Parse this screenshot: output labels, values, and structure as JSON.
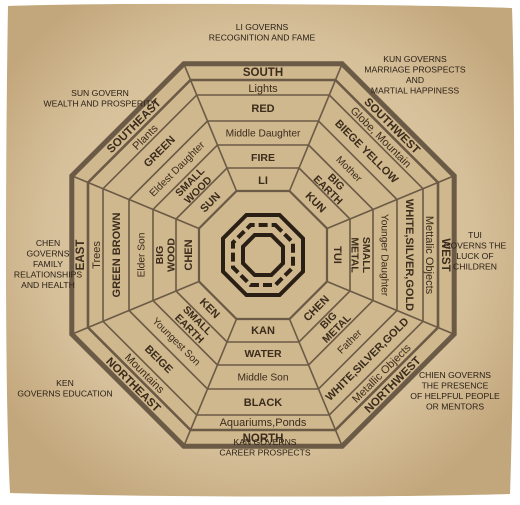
{
  "colors": {
    "parchment": "#d8c4a0",
    "parchment_edge": "#c6ab80",
    "ink": "#3b2c1c",
    "frame": "#6b5a45"
  },
  "notes": [
    [
      "LI GOVERNS",
      "RECOGNITION AND FAME"
    ],
    [
      "KUN GOVERNS",
      "MARRIAGE PROSPECTS",
      "AND",
      "MARTIAL HAPPINESS"
    ],
    [
      "SUN GOVERN",
      "WEALTH AND PROSPERITY"
    ],
    [
      "TUI",
      "GOVERNS THE",
      "LUCK OF",
      "CHILDREN"
    ],
    [
      "CHEN",
      "GOVERNS",
      "FAMILY",
      "RELATIONSHIPS",
      "AND HEALTH"
    ],
    [
      "KEN",
      "GOVERNS EDUCATION"
    ],
    [
      "CHIEN GOVERNS",
      "THE PRESENCE",
      "OF HELPFUL PEOPLE",
      "OR MENTORS"
    ],
    [
      "KAN GOVERNS",
      "CAREER PROSPECTS"
    ]
  ],
  "sectors": [
    {
      "direction": "SOUTH",
      "symbol": "Lights",
      "color": "RED",
      "family": "Middle Daughter",
      "element": "FIRE",
      "trigram": "LI"
    },
    {
      "direction": "SOUTHWEST",
      "symbol": "Globe, Mountain",
      "color": "BIEGE YELLOW",
      "family": "Mother",
      "element": "BIG EARTH",
      "trigram": "KUN"
    },
    {
      "direction": "WEST",
      "symbol": "Mettalic Objects",
      "color": "WHITE,SILVER,GOLD",
      "family": "Younger Daughter",
      "element": "SMALL METAL",
      "trigram": "TUI"
    },
    {
      "direction": "NORTHWEST",
      "symbol": "Metallic Objects",
      "color": "WHITE,SILVER,GOLD",
      "family": "Father",
      "element": "BIG METAL",
      "trigram": "CHEN"
    },
    {
      "direction": "NORTH",
      "symbol": "Aquariums,Ponds",
      "color": "BLACK",
      "family": "Middle Son",
      "element": "WATER",
      "trigram": "KAN"
    },
    {
      "direction": "NORTHEAST",
      "symbol": "Mountains",
      "color": "BEIGE",
      "family": "Youngest Son",
      "element": "SMALL EARTH",
      "trigram": "KEN"
    },
    {
      "direction": "EAST",
      "symbol": "Trees",
      "color": "GREEN BROWN",
      "family": "Elder Son",
      "element": "BIG WOOD",
      "trigram": "CHEN"
    },
    {
      "direction": "SOUTHEAST",
      "symbol": "Plants",
      "color": "GREEN",
      "family": "Eldest Daughter",
      "element": "SMALL WOOD",
      "trigram": "SUN"
    }
  ]
}
